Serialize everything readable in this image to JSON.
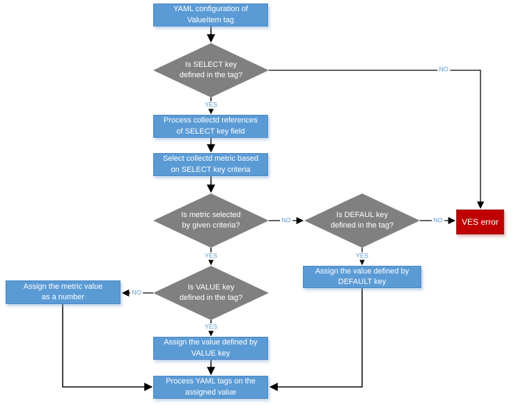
{
  "colors": {
    "process_fill": "#5B9BD5",
    "process_border": "#4a86c5",
    "decision_fill": "#808080",
    "error_fill": "#C00000",
    "error_border": "#953735",
    "edge_label_text": "#5B9BD5",
    "connector": "#000000",
    "node_text": "#FFFFFF",
    "background": "#FFFFFF"
  },
  "nodes": {
    "start": {
      "type": "process",
      "label": "YAML configuration of\nValueItem tag"
    },
    "select_decision": {
      "type": "decision",
      "label": "Is SELECT key\ndefined in the tag?"
    },
    "process_refs": {
      "type": "process",
      "label": "Process collectd references\nof SELECT key field"
    },
    "select_metric": {
      "type": "process",
      "label": "Select collectd metric based\non SELECT key criteria"
    },
    "metric_decision": {
      "type": "decision",
      "label": "Is metric selected\nby given criteria?"
    },
    "default_decision": {
      "type": "decision",
      "label": "Is DEFAUL key\ndefined in the tag?"
    },
    "ves_error": {
      "type": "error",
      "label": "VES error"
    },
    "assign_default": {
      "type": "process",
      "label": "Assign the value defined by\nDEFAULT key"
    },
    "value_decision": {
      "type": "decision",
      "label": "Is VALUE key\ndefined in the tag?"
    },
    "assign_metric": {
      "type": "process",
      "label": "Assign the metric value\nas a number"
    },
    "assign_value": {
      "type": "process",
      "label": "Assign the value defined by\nVALUE key"
    },
    "process_yaml": {
      "type": "process",
      "label": "Process YAML tags on the\nassigned value"
    }
  },
  "edge_labels": {
    "select_yes": "YES",
    "select_no": "NO",
    "metric_yes": "YES",
    "metric_no": "NO",
    "default_yes": "YES",
    "default_no": "NO",
    "value_yes": "YES",
    "value_no": "NO"
  }
}
